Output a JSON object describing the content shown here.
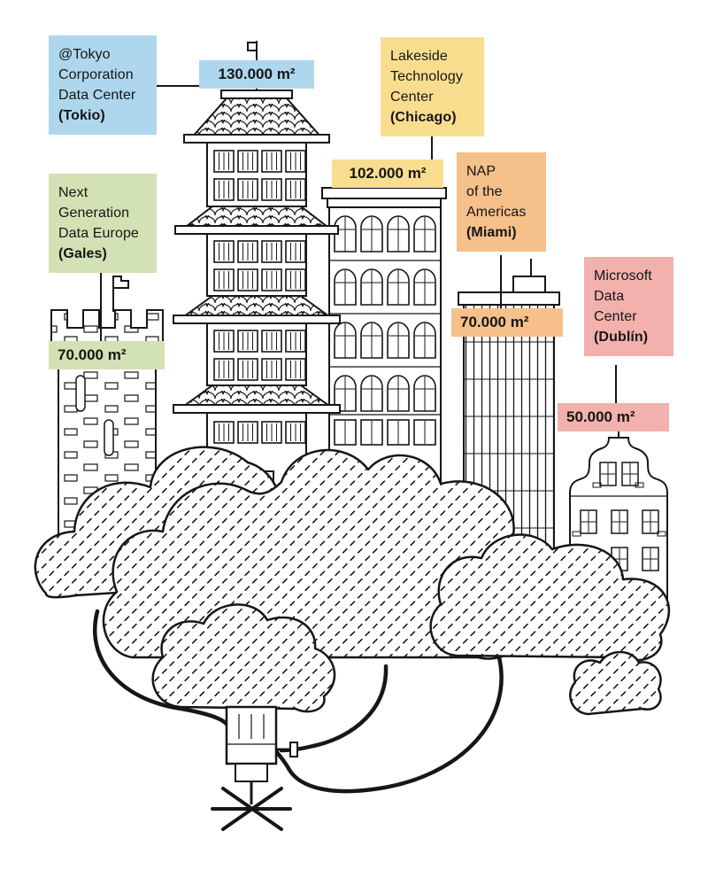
{
  "chart_data": {
    "type": "pictogram",
    "description": "Illustrated comparison of large data centers by floor area: buildings floating on clouds connected to a hanging power plug",
    "unit": "m²",
    "items": [
      {
        "name": "@Tokyo Corporation Data Center",
        "location": "Tokio",
        "value": 130000,
        "value_label": "130.000 m²",
        "building": "pagoda tower",
        "color": "#aed7ee"
      },
      {
        "name": "Lakeside Technology Center",
        "location": "Chicago",
        "value": 102000,
        "value_label": "102.000 m²",
        "building": "classic high-rise",
        "color": "#f9dd8f"
      },
      {
        "name": "NAP of the Americas",
        "location": "Miami",
        "value": 70000,
        "value_label": "70.000 m²",
        "building": "modern skyscraper",
        "color": "#f5c08a"
      },
      {
        "name": "Next Generation Data Europe",
        "location": "Gales",
        "value": 70000,
        "value_label": "70.000 m²",
        "building": "castle",
        "color": "#d2e2b4"
      },
      {
        "name": "Microsoft Data Center",
        "location": "Dublín",
        "value": 50000,
        "value_label": "50.000 m²",
        "building": "dutch gabled house",
        "color": "#f2b1ac"
      }
    ]
  },
  "callouts": {
    "tokyo": {
      "line1": "@Tokyo",
      "line2": "Corporation",
      "line3": "Data Center",
      "location": "(Tokio)",
      "size": "130.000 m²"
    },
    "chicago": {
      "line1": "Lakeside",
      "line2": "Technology",
      "line3": "Center",
      "location": "(Chicago)",
      "size": "102.000 m²"
    },
    "miami": {
      "line1": "NAP",
      "line2": "of the",
      "line3": "Americas",
      "location": "(Miami)",
      "size": "70.000 m²"
    },
    "gales": {
      "line1": "Next",
      "line2": "Generation",
      "line3": "Data Europe",
      "location": "(Gales)",
      "size": "70.000 m²"
    },
    "dublin": {
      "line1": "Microsoft",
      "line2": "Data",
      "line3": "Center",
      "location": "(Dublín)",
      "size": "50.000 m²"
    }
  },
  "colors": {
    "tokyo_blue": "#aed7ee",
    "chicago_yellow": "#f9dd8f",
    "miami_orange": "#f5c08a",
    "gales_green": "#d2e2b4",
    "dublin_pink": "#f2b1ac",
    "ink": "#161616",
    "background": "#ffffff"
  }
}
